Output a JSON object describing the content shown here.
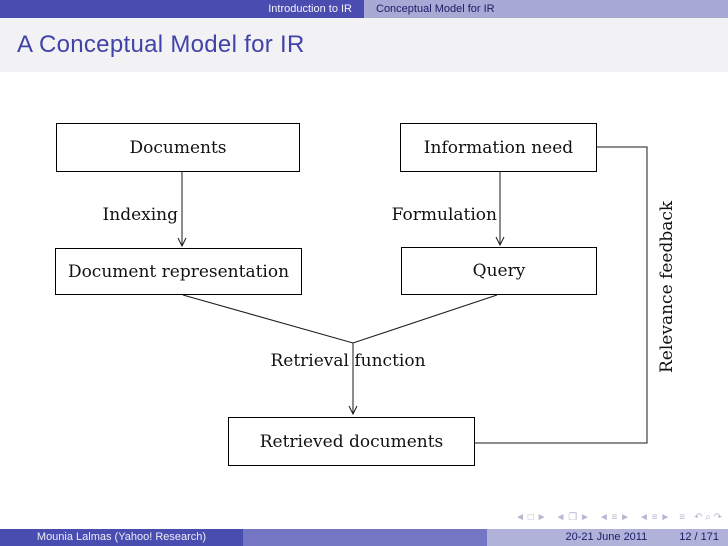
{
  "top_nav": {
    "section": "Introduction to IR",
    "subsection": "Conceptual Model for IR"
  },
  "header": {
    "title": "A Conceptual Model for IR"
  },
  "diagram": {
    "boxes": {
      "documents": "Documents",
      "information_need": "Information need",
      "document_representation": "Document representation",
      "query": "Query",
      "retrieved_documents": "Retrieved documents"
    },
    "labels": {
      "indexing": "Indexing",
      "formulation": "Formulation",
      "retrieval_function": "Retrieval function",
      "relevance_feedback": "Relevance feedback"
    }
  },
  "footer": {
    "author": "Mounia Lalmas  (Yahoo! Research)",
    "date": "20-21 June 2011",
    "page": "12 / 171",
    "nav_symbols": [
      "◄ □ ►",
      "◄ ❐ ►",
      "◄ ≡ ►",
      "◄ ≡ ►",
      "≡",
      "↶ ⌕ ↷"
    ]
  },
  "colors": {
    "topbar_section_bg": "#4a4cb0",
    "topbar_subsection_bg": "#a8a9d4",
    "headline_bg": "#f2f1f4",
    "title_color": "#4243a9",
    "footer_seg1_bg": "#4a4db0",
    "footer_seg2_bg": "#7476c3",
    "footer_seg3_bg": "#b1b2da",
    "diagram_line_color": "#000000"
  }
}
